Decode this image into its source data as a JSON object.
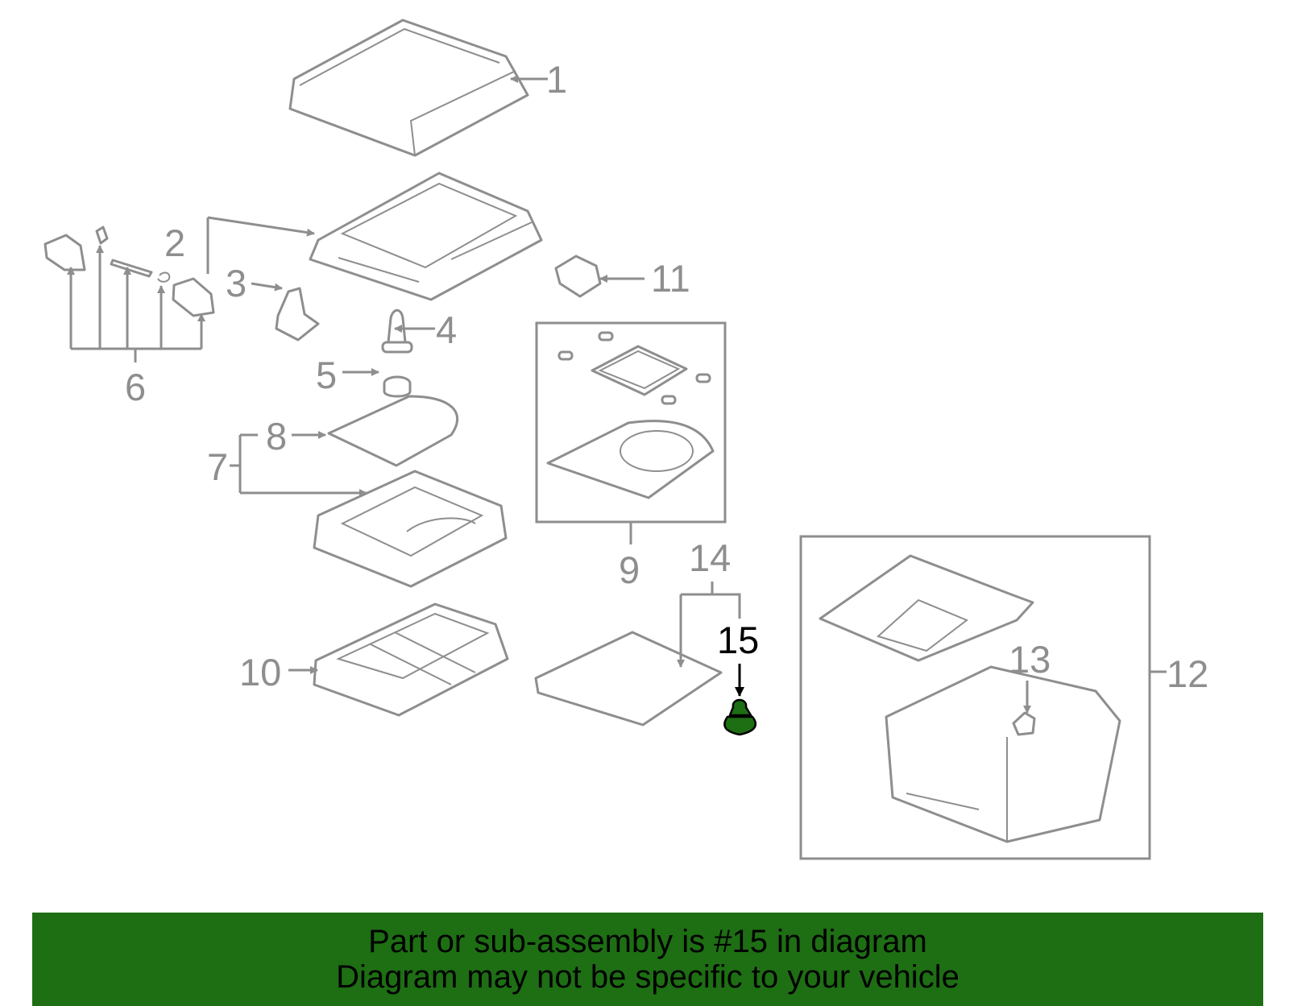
{
  "diagram": {
    "callouts": [
      "1",
      "2",
      "3",
      "4",
      "5",
      "6",
      "7",
      "8",
      "9",
      "10",
      "11",
      "12",
      "13",
      "14",
      "15"
    ],
    "highlighted_callout": "15",
    "highlight_color": "#1e6e14",
    "line_color": "#8e8e8e"
  },
  "banner": {
    "line1": "Part or sub-assembly is #15 in diagram",
    "line2": "Diagram may not be specific to your vehicle",
    "background_color": "#1e6e14"
  }
}
